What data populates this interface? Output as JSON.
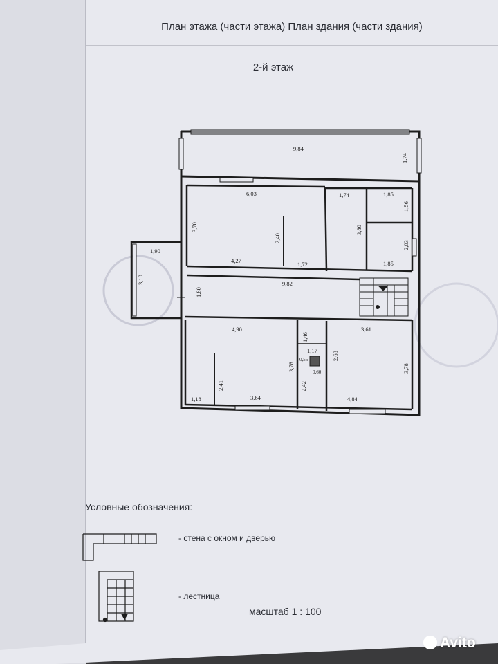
{
  "sheet": {
    "title": "План этажа (части этажа) План здания (части здания)",
    "floor_label": "2-й этаж"
  },
  "dimensions": {
    "balcony_width": "9,84",
    "balcony_depth": "1,74",
    "room1_width": "6,03",
    "room1_depth": "3,70",
    "room1_bottom": "4,27",
    "room1_partition": "2,40",
    "room1_bottom_right": "1,72",
    "small_room_width": "1,74",
    "small_room_depth": "3,80",
    "bath_top_width": "1,85",
    "bath_top_depth": "1,56",
    "bath_bottom_depth": "2,03",
    "bath_bottom_width": "1,85",
    "side_balcony_width": "1,90",
    "side_balcony_depth": "3,10",
    "hall_depth": "1,80",
    "hall_length": "9,82",
    "room2_width": "4,90",
    "room2_depth": "3,78",
    "room2_partition": "2,41",
    "room2_left": "1,18",
    "room2_bottom": "3,64",
    "niche_depth": "1,46",
    "niche_width": "1,17",
    "niche_height": "2,68",
    "niche_lower": "2,42",
    "shaft_a": "0,55",
    "shaft_b": "0,60",
    "room3_width": "3,61",
    "room3_depth": "3,78",
    "room3_bottom": "4,84"
  },
  "legend": {
    "title": "Условные обозначения:",
    "wall_label": "- стена с окном и дверью",
    "stair_label": "- лестница"
  },
  "scale": "масштаб 1 : 100",
  "watermark": "Avito"
}
